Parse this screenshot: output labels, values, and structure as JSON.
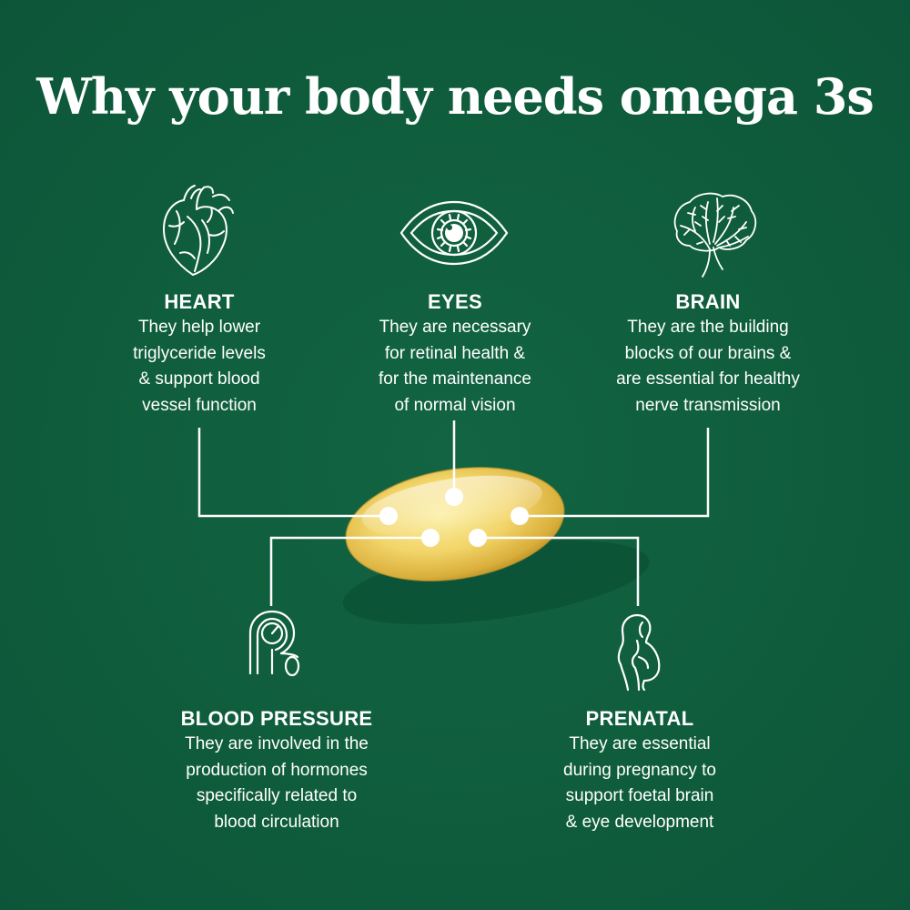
{
  "title": "Why your body needs omega 3s",
  "colors": {
    "background": "#0f5d3c",
    "text": "#ffffff",
    "capsule": "#f0d26a"
  },
  "benefits": {
    "heart": {
      "icon": "heart-icon",
      "heading": "HEART",
      "lines": [
        "They help lower",
        "triglyceride levels",
        "& support blood",
        "vessel function"
      ]
    },
    "eyes": {
      "icon": "eye-icon",
      "heading": "EYES",
      "lines": [
        "They are necessary",
        "for retinal health &",
        "for the maintenance",
        "of normal vision"
      ]
    },
    "brain": {
      "icon": "brain-icon",
      "heading": "BRAIN",
      "lines": [
        "They are the building",
        "blocks of our brains &",
        "are essential for healthy",
        "nerve transmission"
      ]
    },
    "blood_pressure": {
      "icon": "blood-pressure-gauge-icon",
      "heading": "BLOOD PRESSURE",
      "lines": [
        "They are involved in the",
        "production of hormones",
        "specifically related to",
        "blood circulation"
      ]
    },
    "prenatal": {
      "icon": "pregnant-woman-icon",
      "heading": "PRENATAL",
      "lines": [
        "They are essential",
        "during pregnancy to",
        "support foetal brain",
        "& eye development"
      ]
    }
  }
}
